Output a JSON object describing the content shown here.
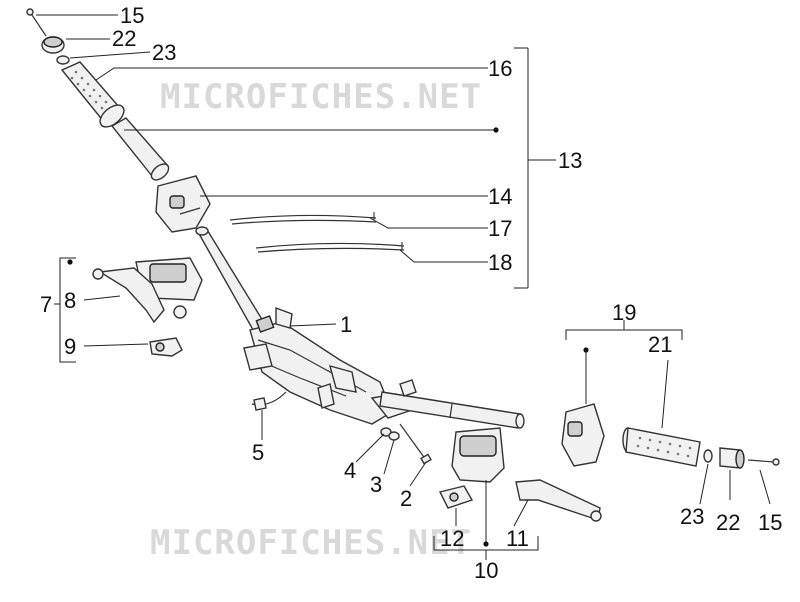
{
  "watermarks": [
    "MICROFICHES.NET",
    "MICROFICHES.NET"
  ],
  "callouts": {
    "c1": "1",
    "c2": "2",
    "c4": "4",
    "c3": "3",
    "c5": "5",
    "c7": "7",
    "c8": "8",
    "c9": "9",
    "c10": "10",
    "c11": "11",
    "c12": "12",
    "c13": "13",
    "c14": "14",
    "c15_top": "15",
    "c15_right": "15",
    "c16": "16",
    "c17": "17",
    "c18": "18",
    "c19": "19",
    "c21": "21",
    "c22_top": "22",
    "c22_right": "22",
    "c23_top": "23",
    "c23_right": "23"
  }
}
